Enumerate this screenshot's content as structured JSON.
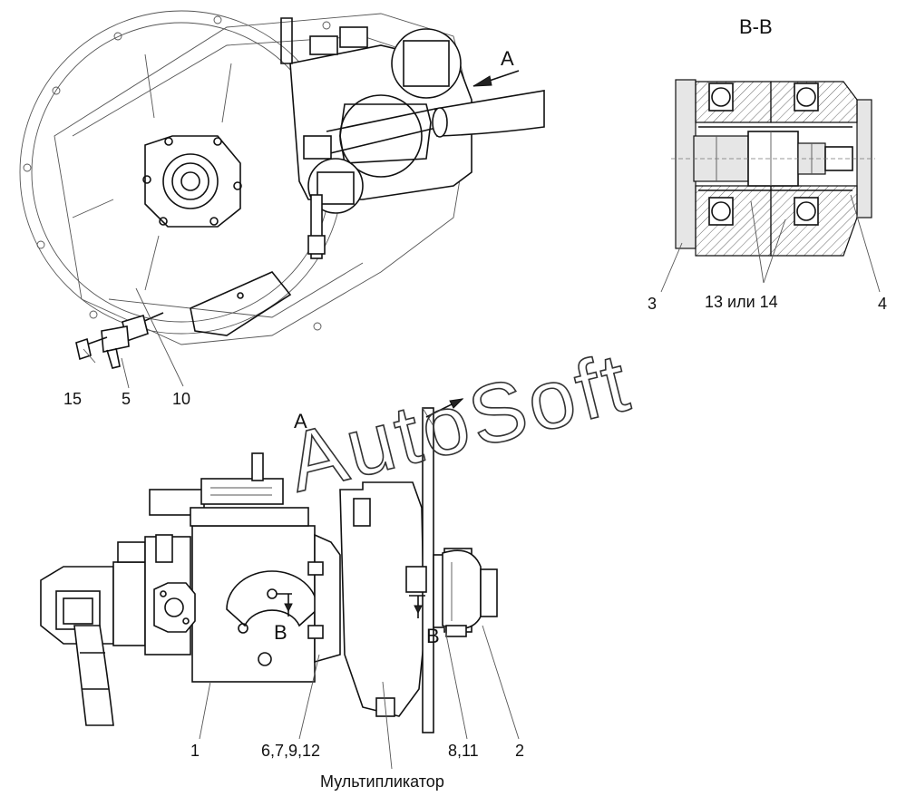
{
  "section_title": "B-B",
  "watermark": "AutoSoft",
  "view_marks": {
    "arrow_top": "A",
    "arrow_bottom": "A",
    "section_left": "B",
    "section_right": "B"
  },
  "callouts": {
    "top_left": [
      "15",
      "5",
      "10"
    ],
    "section": [
      "3",
      "13 или 14",
      "4"
    ],
    "bottom": [
      "1",
      "6,7,9,12",
      "8,11",
      "2"
    ]
  },
  "caption": "Мультипликатор"
}
